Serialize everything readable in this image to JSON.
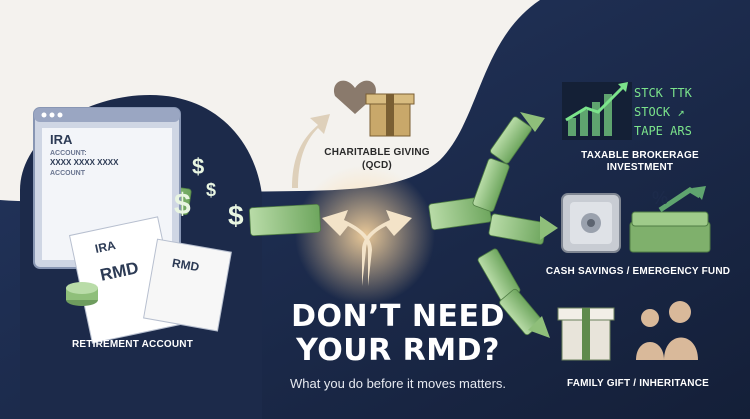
{
  "headline": {
    "line1": "DON’T NEED",
    "line2": "YOUR RMD?"
  },
  "subheadline": "What you do before it moves matters.",
  "labels": {
    "retirement": "RETIREMENT ACCOUNT",
    "charity_line1": "CHARITABLE GIVING",
    "charity_line2": "(QCD)",
    "brokerage_line1": "TAXABLE BROKERAGE",
    "brokerage_line2": "INVESTMENT",
    "cash": "CASH SAVINGS / EMERGENCY FUND",
    "family": "FAMILY GIFT / INHERITANCE"
  },
  "screen": {
    "title": "IRA",
    "line1": "ACCOUNT:",
    "line2": "XXXX XXXX XXXX",
    "line3": "ACCOUNT"
  },
  "documents": {
    "doc1_line1": "IRA",
    "doc1_line2": "RMD",
    "doc2_title": "RMD"
  },
  "stock_board": [
    "STCK TTK",
    "STOCK ↗",
    "TAPE ARS"
  ],
  "symbols": {
    "dollar": "$",
    "percent": "%"
  },
  "colors": {
    "navy": "#1c2a4a",
    "navy_light": "#2d4170",
    "cream": "#f4f2ee",
    "money_green": "#8fbf7a",
    "accent_green": "#7be38b"
  }
}
